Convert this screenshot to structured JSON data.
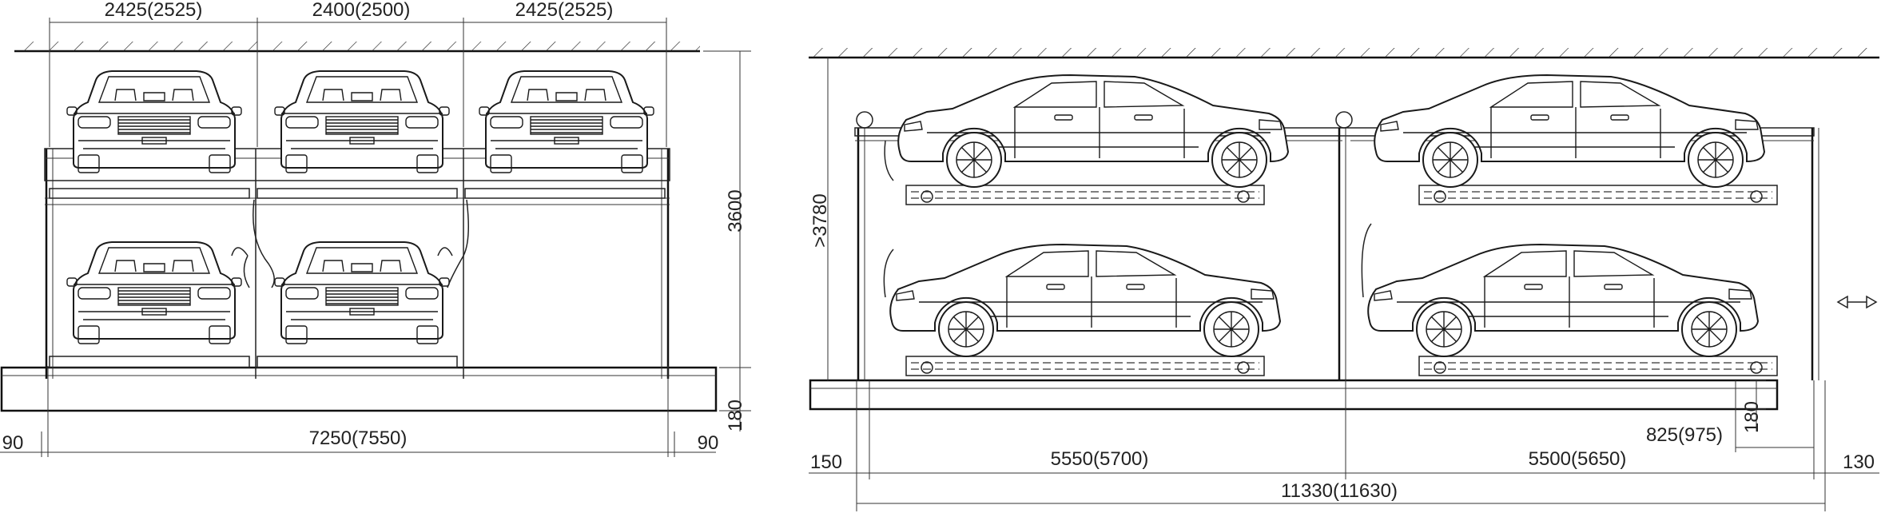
{
  "front_view": {
    "top_dims": [
      "2425(2525)",
      "2400(2500)",
      "2425(2525)"
    ],
    "height_dim": "3600",
    "bottom_dim": "7250(7550)",
    "left_clear": "90",
    "right_clear": "90",
    "floor_dim": "180"
  },
  "side_view": {
    "height_dim": ">3780",
    "floor_dim": "180",
    "offset_dim": "825(975)",
    "left_clear": "150",
    "bay1_dim": "5550(5700)",
    "bay2_dim": "5500(5650)",
    "right_clear": "130",
    "total_dim": "11330(11630)"
  }
}
